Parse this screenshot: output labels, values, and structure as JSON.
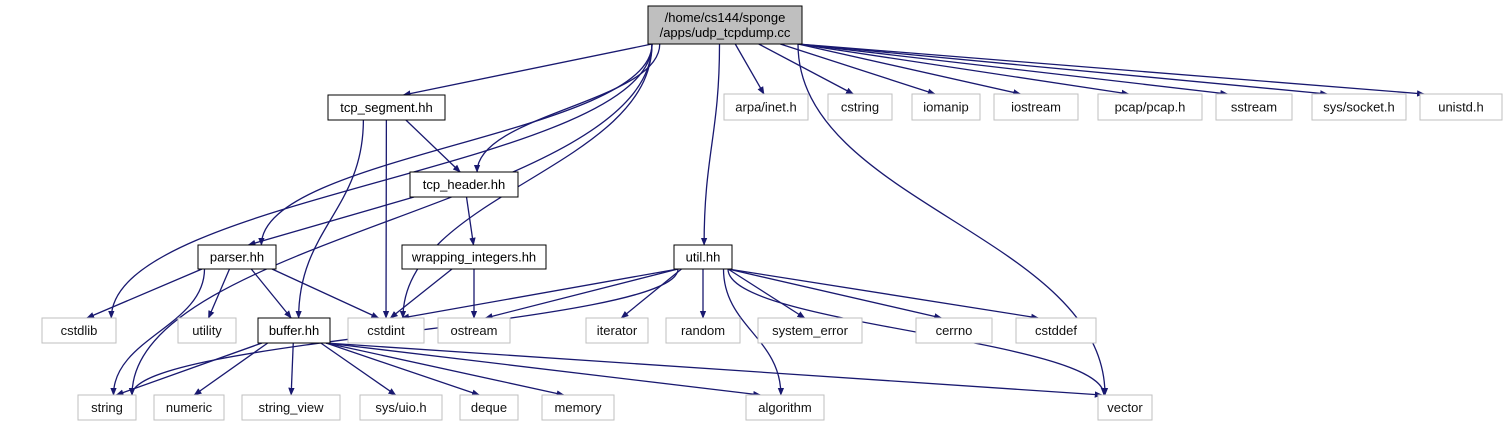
{
  "diagram": {
    "nodes": [
      {
        "id": "root",
        "lines": [
          "/home/cs144/sponge",
          "/apps/udp_tcpdump.cc"
        ],
        "kind": "root"
      },
      {
        "id": "tcp_segment",
        "lines": [
          "tcp_segment.hh"
        ],
        "kind": "local"
      },
      {
        "id": "tcp_header",
        "lines": [
          "tcp_header.hh"
        ],
        "kind": "local"
      },
      {
        "id": "parser",
        "lines": [
          "parser.hh"
        ],
        "kind": "local"
      },
      {
        "id": "wrapping_integers",
        "lines": [
          "wrapping_integers.hh"
        ],
        "kind": "local"
      },
      {
        "id": "util",
        "lines": [
          "util.hh"
        ],
        "kind": "local"
      },
      {
        "id": "buffer",
        "lines": [
          "buffer.hh"
        ],
        "kind": "local"
      },
      {
        "id": "arpa_inet",
        "lines": [
          "arpa/inet.h"
        ],
        "kind": "system"
      },
      {
        "id": "cstring",
        "lines": [
          "cstring"
        ],
        "kind": "system"
      },
      {
        "id": "iomanip",
        "lines": [
          "iomanip"
        ],
        "kind": "system"
      },
      {
        "id": "iostream",
        "lines": [
          "iostream"
        ],
        "kind": "system"
      },
      {
        "id": "pcap",
        "lines": [
          "pcap/pcap.h"
        ],
        "kind": "system"
      },
      {
        "id": "sstream",
        "lines": [
          "sstream"
        ],
        "kind": "system"
      },
      {
        "id": "sys_socket",
        "lines": [
          "sys/socket.h"
        ],
        "kind": "system"
      },
      {
        "id": "unistd",
        "lines": [
          "unistd.h"
        ],
        "kind": "system"
      },
      {
        "id": "cstdlib",
        "lines": [
          "cstdlib"
        ],
        "kind": "system"
      },
      {
        "id": "utility",
        "lines": [
          "utility"
        ],
        "kind": "system"
      },
      {
        "id": "cstdint",
        "lines": [
          "cstdint"
        ],
        "kind": "system"
      },
      {
        "id": "ostream",
        "lines": [
          "ostream"
        ],
        "kind": "system"
      },
      {
        "id": "iterator",
        "lines": [
          "iterator"
        ],
        "kind": "system"
      },
      {
        "id": "random",
        "lines": [
          "random"
        ],
        "kind": "system"
      },
      {
        "id": "system_error",
        "lines": [
          "system_error"
        ],
        "kind": "system"
      },
      {
        "id": "cerrno",
        "lines": [
          "cerrno"
        ],
        "kind": "system"
      },
      {
        "id": "cstddef",
        "lines": [
          "cstddef"
        ],
        "kind": "system"
      },
      {
        "id": "string",
        "lines": [
          "string"
        ],
        "kind": "system"
      },
      {
        "id": "numeric",
        "lines": [
          "numeric"
        ],
        "kind": "system"
      },
      {
        "id": "string_view",
        "lines": [
          "string_view"
        ],
        "kind": "system"
      },
      {
        "id": "sys_uio",
        "lines": [
          "sys/uio.h"
        ],
        "kind": "system"
      },
      {
        "id": "deque",
        "lines": [
          "deque"
        ],
        "kind": "system"
      },
      {
        "id": "memory",
        "lines": [
          "memory"
        ],
        "kind": "system"
      },
      {
        "id": "algorithm",
        "lines": [
          "algorithm"
        ],
        "kind": "system"
      },
      {
        "id": "vector",
        "lines": [
          "vector"
        ],
        "kind": "system"
      }
    ],
    "edges": [
      [
        "root",
        "string"
      ],
      [
        "root",
        "cstdlib"
      ],
      [
        "root",
        "parser"
      ],
      [
        "root",
        "tcp_segment"
      ],
      [
        "root",
        "tcp_header"
      ],
      [
        "root",
        "cstdint"
      ],
      [
        "root",
        "util"
      ],
      [
        "root",
        "vector"
      ],
      [
        "root",
        "arpa_inet"
      ],
      [
        "root",
        "cstring"
      ],
      [
        "root",
        "iomanip"
      ],
      [
        "root",
        "iostream"
      ],
      [
        "root",
        "pcap"
      ],
      [
        "root",
        "sstream"
      ],
      [
        "root",
        "sys_socket"
      ],
      [
        "root",
        "unistd"
      ],
      [
        "tcp_segment",
        "tcp_header"
      ],
      [
        "tcp_segment",
        "cstdint"
      ],
      [
        "tcp_segment",
        "buffer"
      ],
      [
        "tcp_header",
        "parser"
      ],
      [
        "tcp_header",
        "wrapping_integers"
      ],
      [
        "wrapping_integers",
        "cstdint"
      ],
      [
        "wrapping_integers",
        "ostream"
      ],
      [
        "parser",
        "cstdlib"
      ],
      [
        "parser",
        "utility"
      ],
      [
        "parser",
        "buffer"
      ],
      [
        "parser",
        "cstdint"
      ],
      [
        "parser",
        "string"
      ],
      [
        "util",
        "cstdint"
      ],
      [
        "util",
        "ostream"
      ],
      [
        "util",
        "iterator"
      ],
      [
        "util",
        "random"
      ],
      [
        "util",
        "system_error"
      ],
      [
        "util",
        "cerrno"
      ],
      [
        "util",
        "cstddef"
      ],
      [
        "util",
        "vector"
      ],
      [
        "util",
        "algorithm"
      ],
      [
        "util",
        "string"
      ],
      [
        "buffer",
        "string"
      ],
      [
        "buffer",
        "numeric"
      ],
      [
        "buffer",
        "string_view"
      ],
      [
        "buffer",
        "sys_uio"
      ],
      [
        "buffer",
        "deque"
      ],
      [
        "buffer",
        "memory"
      ],
      [
        "buffer",
        "algorithm"
      ],
      [
        "buffer",
        "vector"
      ]
    ],
    "colors": {
      "edge": "#191970",
      "local_border": "#000000",
      "system_border": "#bfbfbf",
      "root_fill": "#bfbfbf",
      "system_text": "#555555"
    }
  }
}
